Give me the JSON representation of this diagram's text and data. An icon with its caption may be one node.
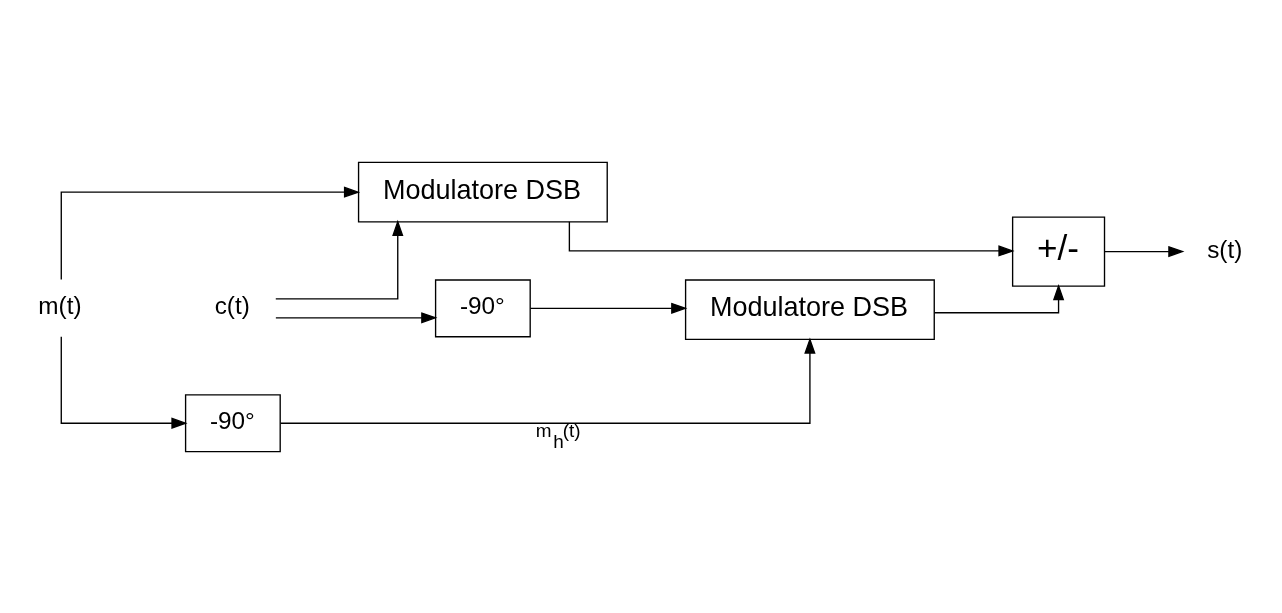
{
  "diagram": {
    "nodes": [
      {
        "text": [
          "m(t)"
        ]
      },
      {
        "text": [
          "Modulatore DSB"
        ]
      },
      {
        "text": [
          "c(t)"
        ]
      },
      {
        "text": [
          "-90°"
        ]
      },
      {
        "text": [
          "-90°"
        ]
      },
      {
        "text": [
          "Modulatore DSB"
        ]
      },
      {
        "text": [
          "+/-"
        ]
      },
      {
        "text": [
          "s(t)"
        ]
      }
    ],
    "edges": [
      {
        "from": 0,
        "to": 1,
        "arrow": "to"
      },
      {
        "from": 0,
        "to": 4,
        "arrow": "to"
      },
      {
        "from": 2,
        "to": 1,
        "arrow": "to"
      },
      {
        "from": 2,
        "to": 3,
        "arrow": "to"
      },
      {
        "from": 3,
        "to": 5,
        "arrow": "to"
      },
      {
        "from": 4,
        "to": 5,
        "arrow": "to",
        "label": "m$_{h}$(t)"
      },
      {
        "from": 1,
        "to": 6,
        "arrow": "to"
      },
      {
        "from": 5,
        "to": 6,
        "arrow": "to"
      },
      {
        "from": 6,
        "to": 7,
        "arrow": "to"
      }
    ]
  }
}
